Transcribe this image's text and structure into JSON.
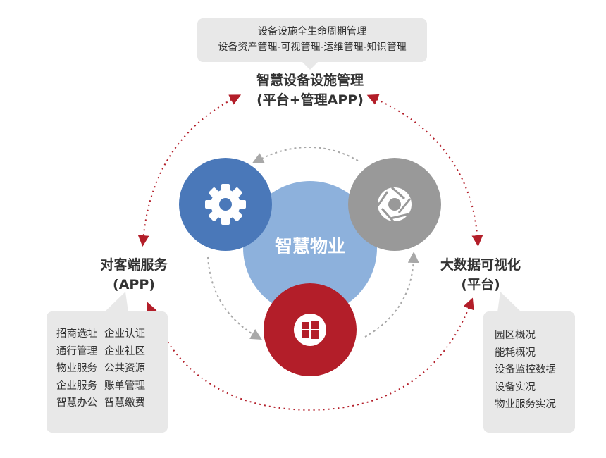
{
  "center": {
    "label": "智慧物业"
  },
  "top": {
    "callout_lines": [
      "设备设施全生命周期管理",
      "设备资产管理-可视管理-运维管理-知识管理"
    ],
    "title_line1": "智慧设备设施管理",
    "title_line2": "(平台+管理APP)"
  },
  "left": {
    "title_line1": "对客端服务",
    "title_line2": "(APP)",
    "rows": [
      [
        "招商选址",
        "企业认证"
      ],
      [
        "通行管理",
        "企业社区"
      ],
      [
        "物业服务",
        "公共资源"
      ],
      [
        "企业服务",
        "账单管理"
      ],
      [
        "智慧办公",
        "智慧缴费"
      ]
    ]
  },
  "right": {
    "title_line1": "大数据可视化",
    "title_line2": "(平台)",
    "items": [
      "园区概况",
      "能耗概况",
      "设备监控数据",
      "设备实况",
      "物业服务实况"
    ]
  },
  "nodes": {
    "blue": {
      "icon": "gear-icon",
      "color": "#4a78b9"
    },
    "gray": {
      "icon": "aperture-icon",
      "color": "#999999"
    },
    "red": {
      "icon": "windows-icon",
      "color": "#b31e29"
    },
    "center_color": "#8db1dc"
  },
  "colors": {
    "dotted_red": "#b31e29",
    "dotted_gray": "#a8a8a8",
    "bubble": "#e8e8e8"
  }
}
